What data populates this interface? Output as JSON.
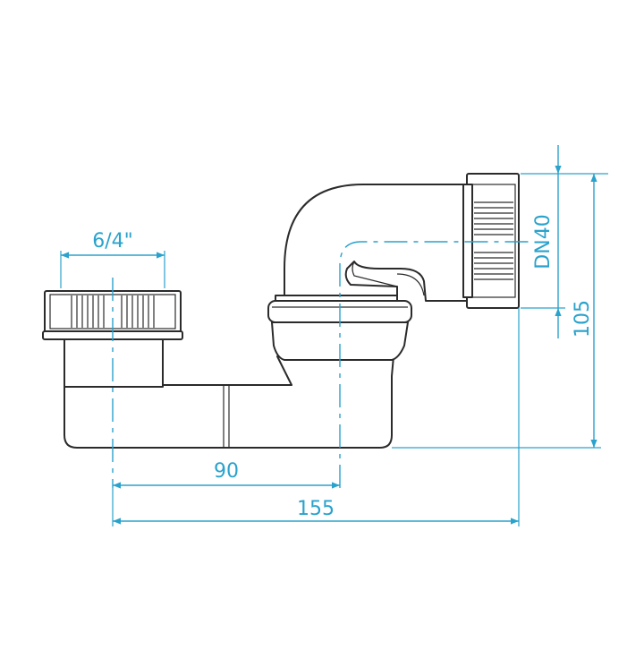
{
  "dimensions": {
    "inlet_thread": "6/4\"",
    "outlet_size": "DN40",
    "height": "105",
    "axis_distance": "90",
    "total_length": "155"
  },
  "colors": {
    "dimension_line": "#2aa2cc",
    "outline": "#2b2b2b"
  }
}
